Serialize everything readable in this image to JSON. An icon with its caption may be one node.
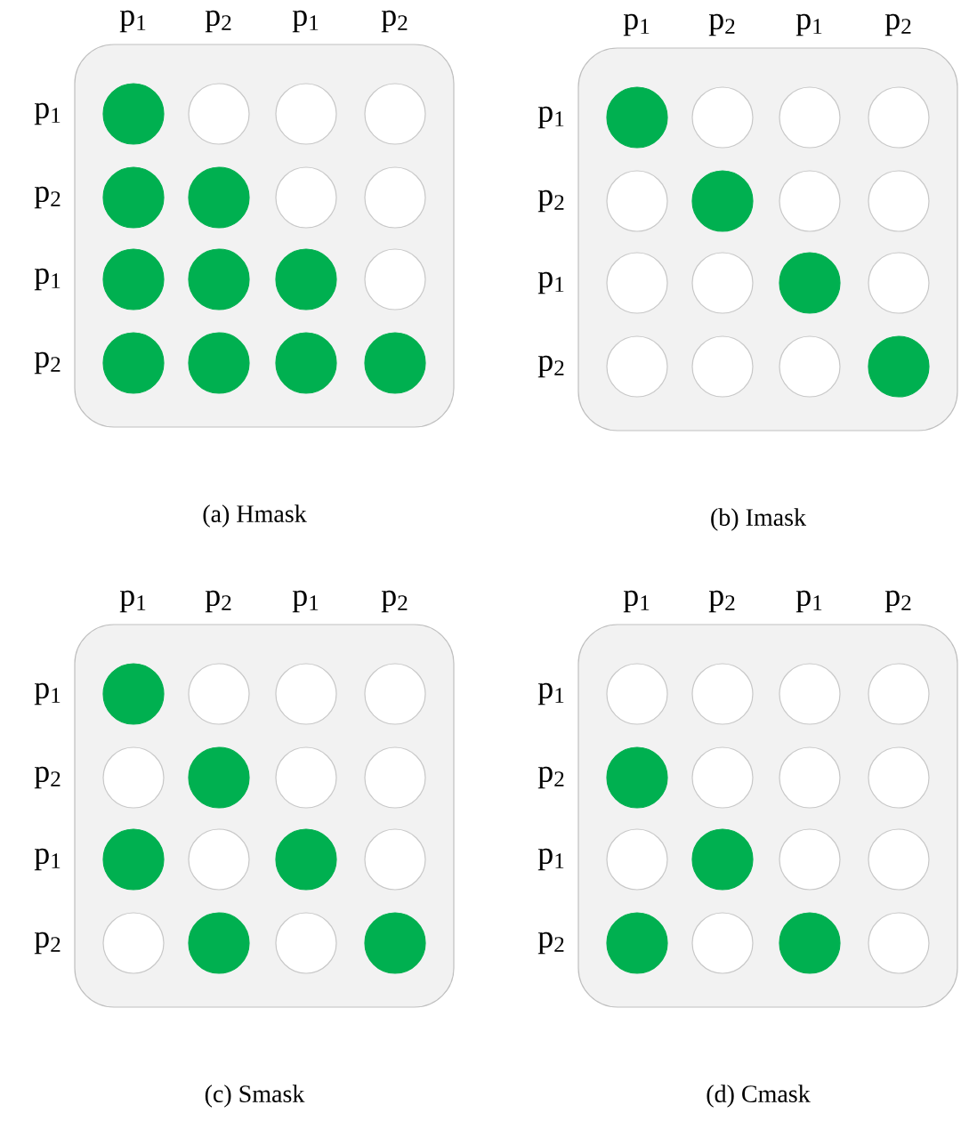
{
  "diagram": {
    "nodes": [
      {
        "text": [],
        "shape": "box",
        "beside": [
          "(a)  Hmask"
        ]
      },
      {
        "text": [],
        "shape": "dot",
        "in": 0
      },
      {
        "text": [],
        "shape": "circle",
        "in": 0
      },
      {
        "text": [],
        "shape": "circle",
        "in": 0
      },
      {
        "text": [],
        "shape": "circle",
        "in": 0
      },
      {
        "text": [],
        "shape": "dot",
        "in": 0
      },
      {
        "text": [],
        "shape": "dot",
        "in": 0
      },
      {
        "text": [],
        "shape": "circle",
        "in": 0
      },
      {
        "text": [],
        "shape": "circle",
        "in": 0
      },
      {
        "text": [],
        "shape": "dot",
        "in": 0
      },
      {
        "text": [],
        "shape": "dot",
        "in": 0
      },
      {
        "text": [],
        "shape": "dot",
        "in": 0
      },
      {
        "text": [],
        "shape": "circle",
        "in": 0
      },
      {
        "text": [],
        "shape": "dot",
        "in": 0
      },
      {
        "text": [],
        "shape": "dot",
        "in": 0
      },
      {
        "text": [],
        "shape": "dot",
        "in": 0
      },
      {
        "text": [],
        "shape": "dot",
        "in": 0
      },
      {
        "text": [],
        "shape": "box",
        "beside": [
          "(b)  Imask"
        ]
      },
      {
        "text": [],
        "shape": "dot",
        "in": 17
      },
      {
        "text": [],
        "shape": "circle",
        "in": 17
      },
      {
        "text": [],
        "shape": "circle",
        "in": 17
      },
      {
        "text": [],
        "shape": "circle",
        "in": 17
      },
      {
        "text": [],
        "shape": "circle",
        "in": 17
      },
      {
        "text": [],
        "shape": "dot",
        "in": 17
      },
      {
        "text": [],
        "shape": "circle",
        "in": 17
      },
      {
        "text": [],
        "shape": "circle",
        "in": 17
      },
      {
        "text": [],
        "shape": "circle",
        "in": 17
      },
      {
        "text": [],
        "shape": "circle",
        "in": 17
      },
      {
        "text": [],
        "shape": "dot",
        "in": 17
      },
      {
        "text": [],
        "shape": "circle",
        "in": 17
      },
      {
        "text": [],
        "shape": "circle",
        "in": 17
      },
      {
        "text": [],
        "shape": "circle",
        "in": 17
      },
      {
        "text": [],
        "shape": "circle",
        "in": 17
      },
      {
        "text": [],
        "shape": "dot",
        "in": 17
      },
      {
        "text": [],
        "shape": "box",
        "beside": [
          "(c)  Smask"
        ]
      },
      {
        "text": [],
        "shape": "dot",
        "in": 34
      },
      {
        "text": [],
        "shape": "circle",
        "in": 34
      },
      {
        "text": [],
        "shape": "circle",
        "in": 34
      },
      {
        "text": [],
        "shape": "circle",
        "in": 34
      },
      {
        "text": [],
        "shape": "circle",
        "in": 34
      },
      {
        "text": [],
        "shape": "dot",
        "in": 34
      },
      {
        "text": [],
        "shape": "circle",
        "in": 34
      },
      {
        "text": [],
        "shape": "circle",
        "in": 34
      },
      {
        "text": [],
        "shape": "dot",
        "in": 34
      },
      {
        "text": [],
        "shape": "circle",
        "in": 34
      },
      {
        "text": [],
        "shape": "dot",
        "in": 34
      },
      {
        "text": [],
        "shape": "circle",
        "in": 34
      },
      {
        "text": [],
        "shape": "circle",
        "in": 34
      },
      {
        "text": [],
        "shape": "dot",
        "in": 34
      },
      {
        "text": [],
        "shape": "circle",
        "in": 34
      },
      {
        "text": [],
        "shape": "dot",
        "in": 34
      },
      {
        "text": [],
        "shape": "box",
        "beside": [
          "(d)  Cmask"
        ]
      },
      {
        "text": [],
        "shape": "circle",
        "in": 51
      },
      {
        "text": [],
        "shape": "circle",
        "in": 51
      },
      {
        "text": [],
        "shape": "circle",
        "in": 51
      },
      {
        "text": [],
        "shape": "circle",
        "in": 51
      },
      {
        "text": [],
        "shape": "dot",
        "in": 51
      },
      {
        "text": [],
        "shape": "circle",
        "in": 51
      },
      {
        "text": [],
        "shape": "circle",
        "in": 51
      },
      {
        "text": [],
        "shape": "circle",
        "in": 51
      },
      {
        "text": [],
        "shape": "circle",
        "in": 51
      },
      {
        "text": [],
        "shape": "dot",
        "in": 51
      },
      {
        "text": [],
        "shape": "circle",
        "in": 51
      },
      {
        "text": [],
        "shape": "circle",
        "in": 51
      },
      {
        "text": [],
        "shape": "dot",
        "in": 51
      },
      {
        "text": [],
        "shape": "circle",
        "in": 51
      },
      {
        "text": [],
        "shape": "dot",
        "in": 51
      },
      {
        "text": [],
        "shape": "circle",
        "in": 51
      }
    ],
    "labels": [
      "p$_{1}$",
      "p$_{2}$",
      "p$_{1}$",
      "p$_{2}$",
      "p$_{1}$",
      "p$_{2}$",
      "p$_{1}$",
      "p$_{2}$",
      "p$_{1}$",
      "p$_{2}$",
      "p$_{1}$",
      "p$_{2}$",
      "p$_{1}$",
      "p$_{2}$",
      "p$_{1}$",
      "p$_{2}$",
      "p$_{1}$",
      "p$_{2}$",
      "p$_{1}$",
      "p$_{2}$",
      "p$_{1}$",
      "p$_{2}$",
      "p$_{1}$",
      "p$_{2}$",
      "p$_{1}$",
      "p$_{2}$",
      "p$_{1}$",
      "p$_{2}$",
      "p$_{1}$",
      "p$_{2}$",
      "p$_{1}$",
      "p$_{2}$"
    ]
  }
}
